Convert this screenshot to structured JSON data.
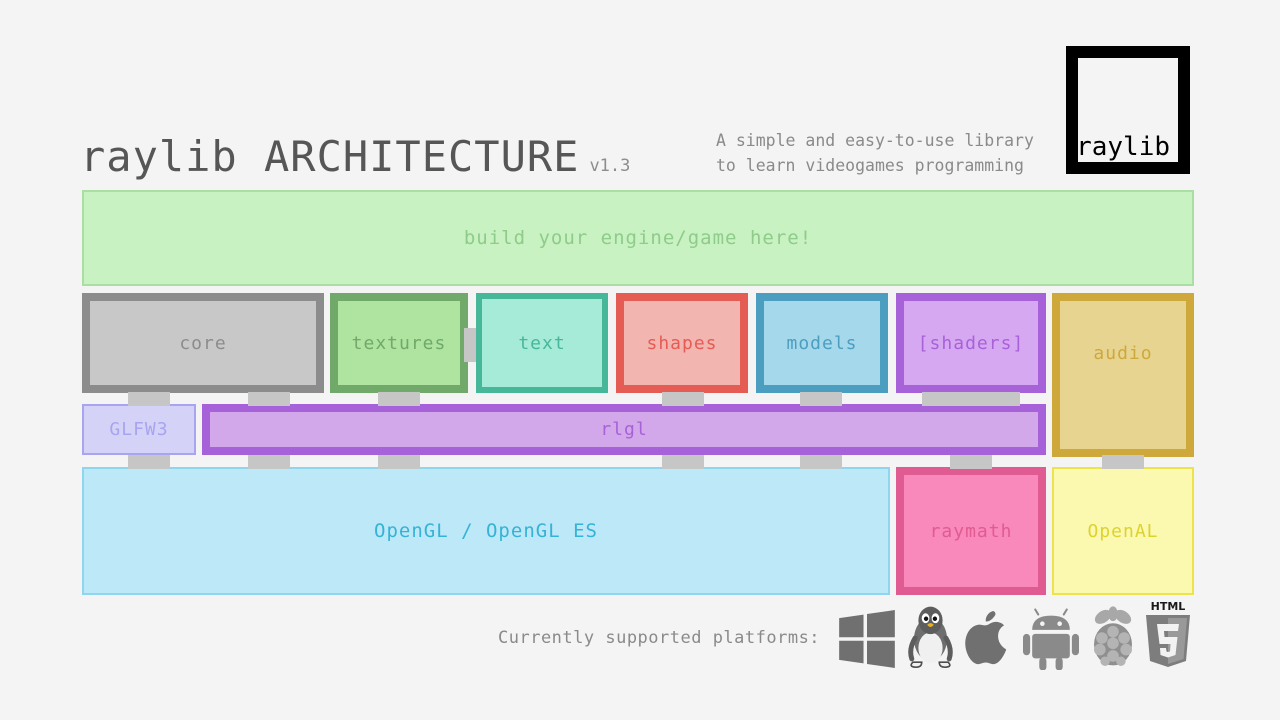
{
  "header": {
    "title": "raylib ARCHITECTURE",
    "version": "v1.3",
    "tagline": "A simple and easy-to-use library\nto learn videogames programming",
    "logo_text": "raylib"
  },
  "colors": {
    "background": "#f4f4f4",
    "title": "#565656",
    "tagline": "#8a8a8a",
    "tab": "#c6c6c6"
  },
  "layers": {
    "user": {
      "label": "build your engine/game here!",
      "fill": "#c8f2c2",
      "border": "#aadfa4",
      "text": "#8fcb8a"
    },
    "modules": [
      {
        "label": "core",
        "fill": "#c8c8c8",
        "border": "#8c8c8c",
        "text": "#8c8c8c"
      },
      {
        "label": "textures",
        "fill": "#aee3a0",
        "border": "#70a96a",
        "text": "#70a96a"
      },
      {
        "label": "text",
        "fill": "#a5ebd7",
        "border": "#47b79a",
        "text": "#47b79a"
      },
      {
        "label": "shapes",
        "fill": "#f2b5b0",
        "border": "#e55c55",
        "text": "#e55c55"
      },
      {
        "label": "models",
        "fill": "#a6d8ec",
        "border": "#4c9ec0",
        "text": "#4c9ec0"
      },
      {
        "label": "[shaders]",
        "fill": "#d7a8f2",
        "border": "#a761d9",
        "text": "#a761d9"
      },
      {
        "label": "audio",
        "fill": "#e6d490",
        "border": "#cfa83c",
        "text": "#cfa83c"
      }
    ],
    "backends": [
      {
        "label": "GLFW3",
        "fill": "#d4d2f7",
        "border": "#a8a4f0",
        "text": "#a8a4f0"
      },
      {
        "label": "rlgl",
        "fill": "#d2a8ea",
        "border": "#a761d9",
        "text": "#a761d9"
      }
    ],
    "platform_libs": [
      {
        "label": "OpenGL / OpenGL ES",
        "fill": "#bde8f7",
        "border": "#8ed6ef",
        "text": "#35b3d6"
      },
      {
        "label": "raymath",
        "fill": "#f988bb",
        "border": "#e05b92",
        "text": "#e05b92"
      },
      {
        "label": "OpenAL",
        "fill": "#fbf8b0",
        "border": "#ece44a",
        "text": "#dcd32e"
      }
    ]
  },
  "footer": {
    "platforms_label": "Currently supported platforms:",
    "platforms": [
      "windows-icon",
      "linux-tux-icon",
      "apple-icon",
      "android-icon",
      "raspberry-pi-icon",
      "html5-icon"
    ]
  }
}
